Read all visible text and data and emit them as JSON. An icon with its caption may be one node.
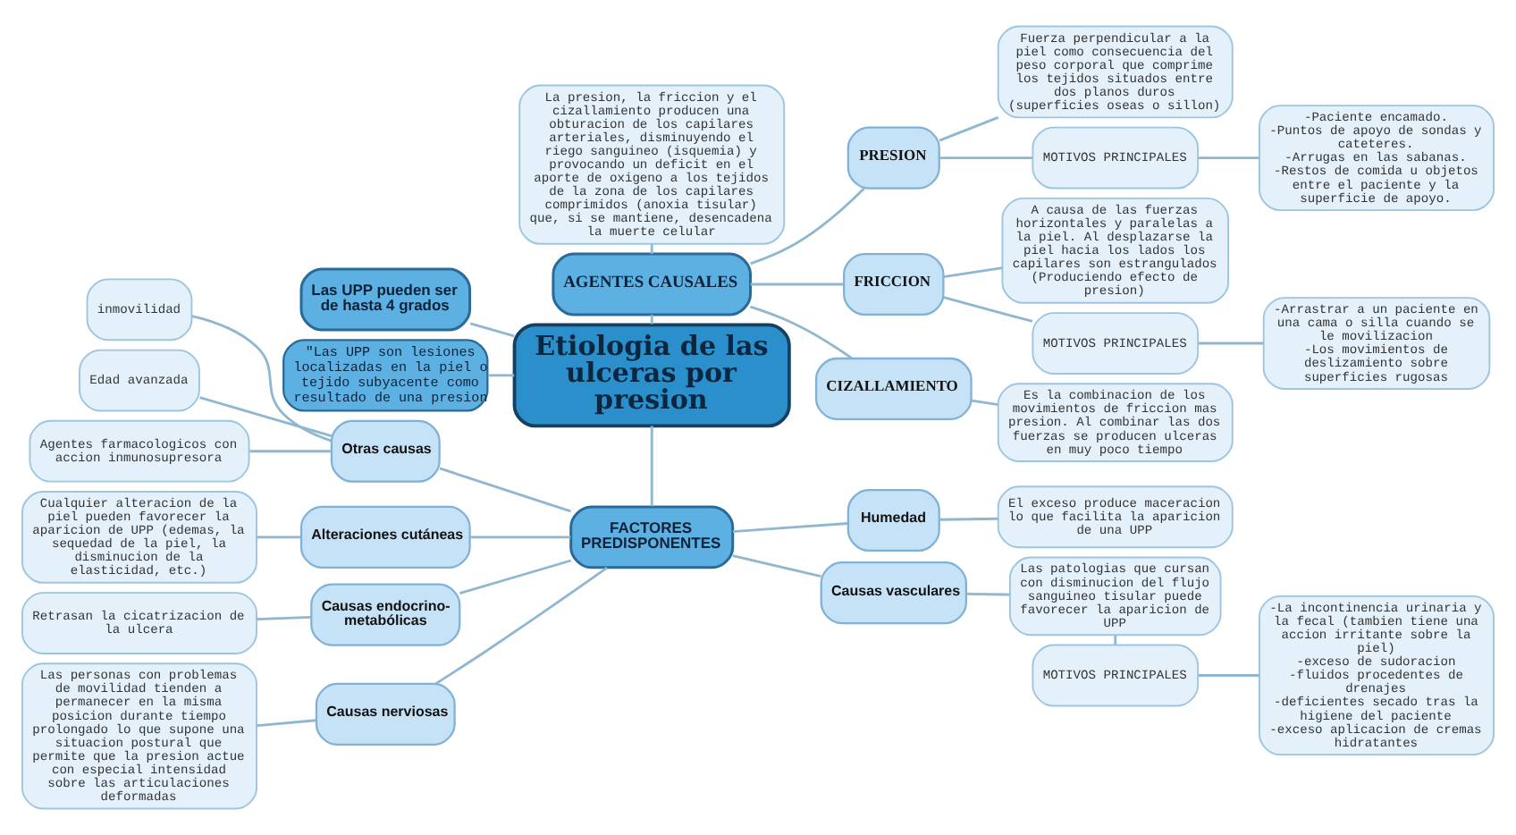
{
  "diagram": {
    "nodes": [
      {
        "text": [
          "La presion, la friccion y el cizallamiento producen una obturacion de los capilares arteriales, disminuyendo el riego sanguineo (isquemia) y provocando un deficit en el aporte de oxigeno a los tejidos de la zona de los capilares comprimidos (anoxia tisular) que, si se mantiene, desencadena la muerte celular"
        ]
      },
      {
        "text": [
          "Fuerza perpendicular a la piel como consecuencia del peso corporal que comprime los tejidos situados entre dos planos duros (superficies oseas o sillon)"
        ]
      },
      {
        "text": [
          "-Paciente encamado.",
          "-Puntos de apoyo de sondas y cateteres.",
          "-Arrugas en las sabanas.",
          "-Restos de comida u objetos entre el paciente y la superficie de apoyo."
        ]
      },
      {
        "text": [
          "PRESION"
        ]
      },
      {
        "text": [
          "MOTIVOS PRINCIPALES"
        ]
      },
      {
        "text": [
          "Las UPP pueden ser de hasta 4 grados"
        ]
      },
      {
        "text": [
          "AGENTES CAUSALES"
        ]
      },
      {
        "text": [
          "A causa de las fuerzas horizontales y paralelas a la piel. Al desplazarse la piel hacia los lados los capilares son estrangulados (Produciendo efecto de presion)"
        ]
      },
      {
        "text": [
          "FRICCION"
        ]
      },
      {
        "text": [
          "Etiologia de las ulceras por presion"
        ]
      },
      {
        "text": [
          "\"Las UPP son lesiones localizadas en la piel o tejido subyacente como resultado de una presion"
        ]
      },
      {
        "text": [
          "inmovilidad"
        ]
      },
      {
        "text": [
          "MOTIVOS PRINCIPALES"
        ]
      },
      {
        "text": [
          "-Arrastrar a un paciente en una cama o silla cuando se le movilizacion",
          "-Los movimientos de deslizamiento sobre superficies rugosas"
        ]
      },
      {
        "text": [
          "Edad avanzada"
        ]
      },
      {
        "text": [
          "CIZALLAMIENTO"
        ]
      },
      {
        "text": [
          "Agentes farmacologicos con accion inmunosupresora"
        ]
      },
      {
        "text": [
          "Es la combinacion de los movimientos de friccion mas presion. Al combinar las dos fuerzas se producen ulceras en muy poco tiempo"
        ]
      },
      {
        "text": [
          "Humedad"
        ]
      },
      {
        "text": [
          "Otras causas"
        ]
      },
      {
        "text": [
          "FACTORES PREDISPONENTES"
        ]
      },
      {
        "text": [
          "El exceso produce maceracion lo que facilita la aparicion de una UPP"
        ]
      },
      {
        "text": [
          "Alteraciones cutáneas"
        ]
      },
      {
        "text": [
          "Causas vasculares"
        ]
      },
      {
        "text": [
          "Cualquier alteracion de la piel pueden favorecer la aparicion de UPP (edemas, la sequedad de la piel, la disminucion de la elasticidad, etc.)"
        ]
      },
      {
        "text": [
          "Causas endocrino-metabólicas"
        ]
      },
      {
        "text": [
          "Retrasan la cicatrizacion de la ulcera"
        ]
      },
      {
        "text": [
          "Las patologias que cursan con disminucion del flujo sanguineo tisular puede favorecer la aparicion de UPP"
        ]
      },
      {
        "text": [
          "MOTIVOS PRINCIPALES"
        ]
      },
      {
        "text": [
          "-La incontinencia urinaria y la fecal (tambien tiene una accion irritante sobre la piel)",
          "-exceso de sudoracion",
          "-fluidos procedentes de drenajes",
          "-deficientes secado tras la higiene del paciente",
          "-exceso aplicacion de cremas hidratantes"
        ]
      },
      {
        "text": [
          "Causas nerviosas"
        ]
      },
      {
        "text": [
          "Las personas con problemas de movilidad tienden a permanecer en la misma posicion durante tiempo prolongado lo que supone una situacion postural que permite que la presion actue con especial intensidad sobre las articulaciones deformadas"
        ]
      }
    ],
    "edges": [
      {
        "from": 0,
        "to": 6,
        "arrow": "none"
      },
      {
        "from": 3,
        "to": 1,
        "arrow": "none"
      },
      {
        "from": 4,
        "to": 2,
        "arrow": "none"
      },
      {
        "from": 3,
        "to": 4,
        "arrow": "none"
      },
      {
        "from": 6,
        "to": 3,
        "arrow": "none"
      },
      {
        "from": 5,
        "to": 9,
        "arrow": "none"
      },
      {
        "from": 6,
        "to": 8,
        "arrow": "none"
      },
      {
        "from": 8,
        "to": 7,
        "arrow": "none"
      },
      {
        "from": 6,
        "to": 9,
        "arrow": "none"
      },
      {
        "from": 10,
        "to": 9,
        "arrow": "none"
      },
      {
        "from": 8,
        "to": 12,
        "arrow": "none"
      },
      {
        "from": 12,
        "to": 13,
        "arrow": "none"
      },
      {
        "from": 6,
        "to": 15,
        "arrow": "none"
      },
      {
        "from": 15,
        "to": 17,
        "arrow": "none"
      },
      {
        "from": 11,
        "to": 19,
        "arrow": "none"
      },
      {
        "from": 14,
        "to": 19,
        "arrow": "none"
      },
      {
        "from": 16,
        "to": 19,
        "arrow": "none"
      },
      {
        "from": 19,
        "to": 20,
        "arrow": "none"
      },
      {
        "from": 9,
        "to": 20,
        "arrow": "none"
      },
      {
        "from": 20,
        "to": 18,
        "arrow": "none"
      },
      {
        "from": 18,
        "to": 21,
        "arrow": "none"
      },
      {
        "from": 22,
        "to": 20,
        "arrow": "none"
      },
      {
        "from": 24,
        "to": 22,
        "arrow": "none"
      },
      {
        "from": 25,
        "to": 20,
        "arrow": "none"
      },
      {
        "from": 26,
        "to": 25,
        "arrow": "none"
      },
      {
        "from": 20,
        "to": 23,
        "arrow": "none"
      },
      {
        "from": 23,
        "to": 27,
        "arrow": "none"
      },
      {
        "from": 27,
        "to": 28,
        "arrow": "none"
      },
      {
        "from": 28,
        "to": 29,
        "arrow": "none"
      },
      {
        "from": 30,
        "to": 20,
        "arrow": "none"
      },
      {
        "from": 31,
        "to": 30,
        "arrow": "none"
      }
    ]
  }
}
